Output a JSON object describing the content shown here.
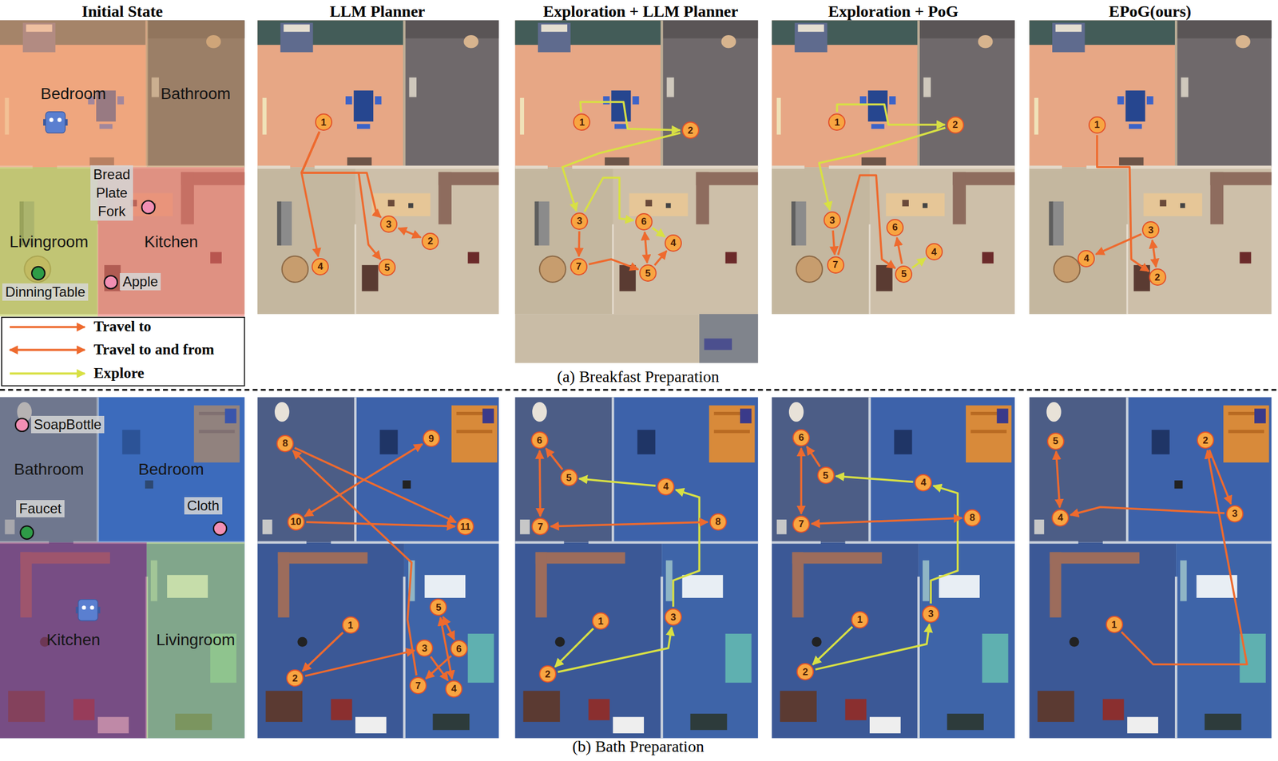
{
  "diagram": {
    "nodes": [
      {
        "text": [
          "Bedroom"
        ]
      },
      {
        "text": [
          "Bathroom"
        ]
      },
      {
        "text": [
          "Livingroom"
        ]
      },
      {
        "text": [
          "Kitchen"
        ]
      },
      {
        "text": [
          "Bread Plate Fork"
        ],
        "in": 3
      },
      {
        "text": [
          "Apple"
        ],
        "in": 3
      },
      {
        "text": [
          "DinningTable"
        ],
        "in": 2
      },
      {
        "text": [
          "1"
        ]
      },
      {
        "text": [
          "2"
        ]
      },
      {
        "text": [
          "3"
        ]
      },
      {
        "text": [
          "4"
        ]
      },
      {
        "text": [
          "5"
        ]
      },
      {
        "text": [
          "1"
        ]
      },
      {
        "text": [
          "2"
        ]
      },
      {
        "text": [
          "3"
        ]
      },
      {
        "text": [
          "4"
        ]
      },
      {
        "text": [
          "5"
        ]
      },
      {
        "text": [
          "6"
        ]
      },
      {
        "text": [
          "7"
        ]
      },
      {
        "text": [
          "1"
        ]
      },
      {
        "text": [
          "2"
        ]
      },
      {
        "text": [
          "3"
        ]
      },
      {
        "text": [
          "4"
        ]
      },
      {
        "text": [
          "5"
        ]
      },
      {
        "text": [
          "6"
        ]
      },
      {
        "text": [
          "7"
        ]
      },
      {
        "text": [
          "1"
        ]
      },
      {
        "text": [
          "2"
        ]
      },
      {
        "text": [
          "3"
        ]
      },
      {
        "text": [
          "4"
        ]
      },
      {
        "text": [
          "Bathroom"
        ]
      },
      {
        "text": [
          "Bedroom"
        ]
      },
      {
        "text": [
          "Kitchen"
        ]
      },
      {
        "text": [
          "Livingroom"
        ]
      },
      {
        "text": [
          "SoapBottle"
        ],
        "in": 30
      },
      {
        "text": [
          "Faucet"
        ],
        "in": 30
      },
      {
        "text": [
          "Cloth"
        ],
        "in": 31
      },
      {
        "text": [
          "1"
        ]
      },
      {
        "text": [
          "2"
        ]
      },
      {
        "text": [
          "3"
        ]
      },
      {
        "text": [
          "4"
        ]
      },
      {
        "text": [
          "5"
        ]
      },
      {
        "text": [
          "6"
        ]
      },
      {
        "text": [
          "7"
        ]
      },
      {
        "text": [
          "8"
        ]
      },
      {
        "text": [
          "9"
        ]
      },
      {
        "text": [
          "10"
        ]
      },
      {
        "text": [
          "11"
        ]
      },
      {
        "text": [
          "1"
        ]
      },
      {
        "text": [
          "2"
        ]
      },
      {
        "text": [
          "3"
        ]
      },
      {
        "text": [
          "4"
        ]
      },
      {
        "text": [
          "5"
        ]
      },
      {
        "text": [
          "6"
        ]
      },
      {
        "text": [
          "7"
        ]
      },
      {
        "text": [
          "8"
        ]
      },
      {
        "text": [
          "1"
        ]
      },
      {
        "text": [
          "2"
        ]
      },
      {
        "text": [
          "3"
        ]
      },
      {
        "text": [
          "4"
        ]
      },
      {
        "text": [
          "5"
        ]
      },
      {
        "text": [
          "6"
        ]
      },
      {
        "text": [
          "7"
        ]
      },
      {
        "text": [
          "8"
        ]
      },
      {
        "text": [
          "1"
        ]
      },
      {
        "text": [
          "2"
        ]
      },
      {
        "text": [
          "3"
        ]
      },
      {
        "text": [
          "4"
        ]
      },
      {
        "text": [
          "5"
        ]
      }
    ],
    "edges": [
      {
        "from": 7,
        "to": 9,
        "arrow": "to"
      },
      {
        "from": 9,
        "to": 8,
        "arrow": "both"
      },
      {
        "from": 7,
        "to": 10,
        "arrow": "to"
      },
      {
        "from": 7,
        "to": 11,
        "arrow": "to"
      },
      {
        "from": 12,
        "to": 13,
        "arrow": "to"
      },
      {
        "from": 13,
        "to": 14,
        "arrow": "to"
      },
      {
        "from": 14,
        "to": 18,
        "arrow": "to"
      },
      {
        "from": 14,
        "to": 17,
        "arrow": "to"
      },
      {
        "from": 18,
        "to": 16,
        "arrow": "to"
      },
      {
        "from": 17,
        "to": 16,
        "arrow": "both"
      },
      {
        "from": 17,
        "to": 15,
        "arrow": "to"
      },
      {
        "from": 16,
        "to": 15,
        "arrow": "to"
      },
      {
        "from": 19,
        "to": 20,
        "arrow": "to"
      },
      {
        "from": 20,
        "to": 21,
        "arrow": "to"
      },
      {
        "from": 21,
        "to": 25,
        "arrow": "to"
      },
      {
        "from": 25,
        "to": 23,
        "arrow": "to"
      },
      {
        "from": 23,
        "to": 24,
        "arrow": "to"
      },
      {
        "from": 23,
        "to": 22,
        "arrow": "to"
      },
      {
        "from": 26,
        "to": 27,
        "arrow": "to"
      },
      {
        "from": 27,
        "to": 28,
        "arrow": "both"
      },
      {
        "from": 28,
        "to": 29,
        "arrow": "to"
      },
      {
        "from": 37,
        "to": 38,
        "arrow": "to"
      },
      {
        "from": 38,
        "to": 39,
        "arrow": "to"
      },
      {
        "from": 39,
        "to": 40,
        "arrow": "to"
      },
      {
        "from": 40,
        "to": 41,
        "arrow": "both"
      },
      {
        "from": 41,
        "to": 42,
        "arrow": "both"
      },
      {
        "from": 42,
        "to": 43,
        "arrow": "to"
      },
      {
        "from": 43,
        "to": 44,
        "arrow": "to"
      },
      {
        "from": 44,
        "to": 47,
        "arrow": "to"
      },
      {
        "from": 45,
        "to": 46,
        "arrow": "both"
      },
      {
        "from": 46,
        "to": 47,
        "arrow": "to"
      },
      {
        "from": 48,
        "to": 49,
        "arrow": "to"
      },
      {
        "from": 49,
        "to": 50,
        "arrow": "to"
      },
      {
        "from": 50,
        "to": 51,
        "arrow": "to"
      },
      {
        "from": 51,
        "to": 52,
        "arrow": "to"
      },
      {
        "from": 52,
        "to": 53,
        "arrow": "to"
      },
      {
        "from": 53,
        "to": 54,
        "arrow": "both"
      },
      {
        "from": 54,
        "to": 55,
        "arrow": "both"
      },
      {
        "from": 56,
        "to": 57,
        "arrow": "to"
      },
      {
        "from": 57,
        "to": 58,
        "arrow": "to"
      },
      {
        "from": 58,
        "to": 59,
        "arrow": "to"
      },
      {
        "from": 59,
        "to": 60,
        "arrow": "to"
      },
      {
        "from": 60,
        "to": 61,
        "arrow": "to"
      },
      {
        "from": 61,
        "to": 62,
        "arrow": "both"
      },
      {
        "from": 62,
        "to": 63,
        "arrow": "both"
      },
      {
        "from": 64,
        "to": 65,
        "arrow": "to"
      },
      {
        "from": 65,
        "to": 66,
        "arrow": "to"
      },
      {
        "from": 66,
        "to": 67,
        "arrow": "to"
      },
      {
        "from": 67,
        "to": 68,
        "arrow": "both"
      }
    ],
    "labels": [
      "Initial State",
      "LLM Planner",
      "Exploration + LLM Planner",
      "Exploration + PoG",
      "EPoG(ours)",
      "(a) Breakfast Preparation",
      "(b) Bath Preparation"
    ],
    "legend": [
      {
        "text": "Travel to"
      },
      {
        "text": "Travel to and from"
      },
      {
        "text": "Explore"
      }
    ]
  }
}
